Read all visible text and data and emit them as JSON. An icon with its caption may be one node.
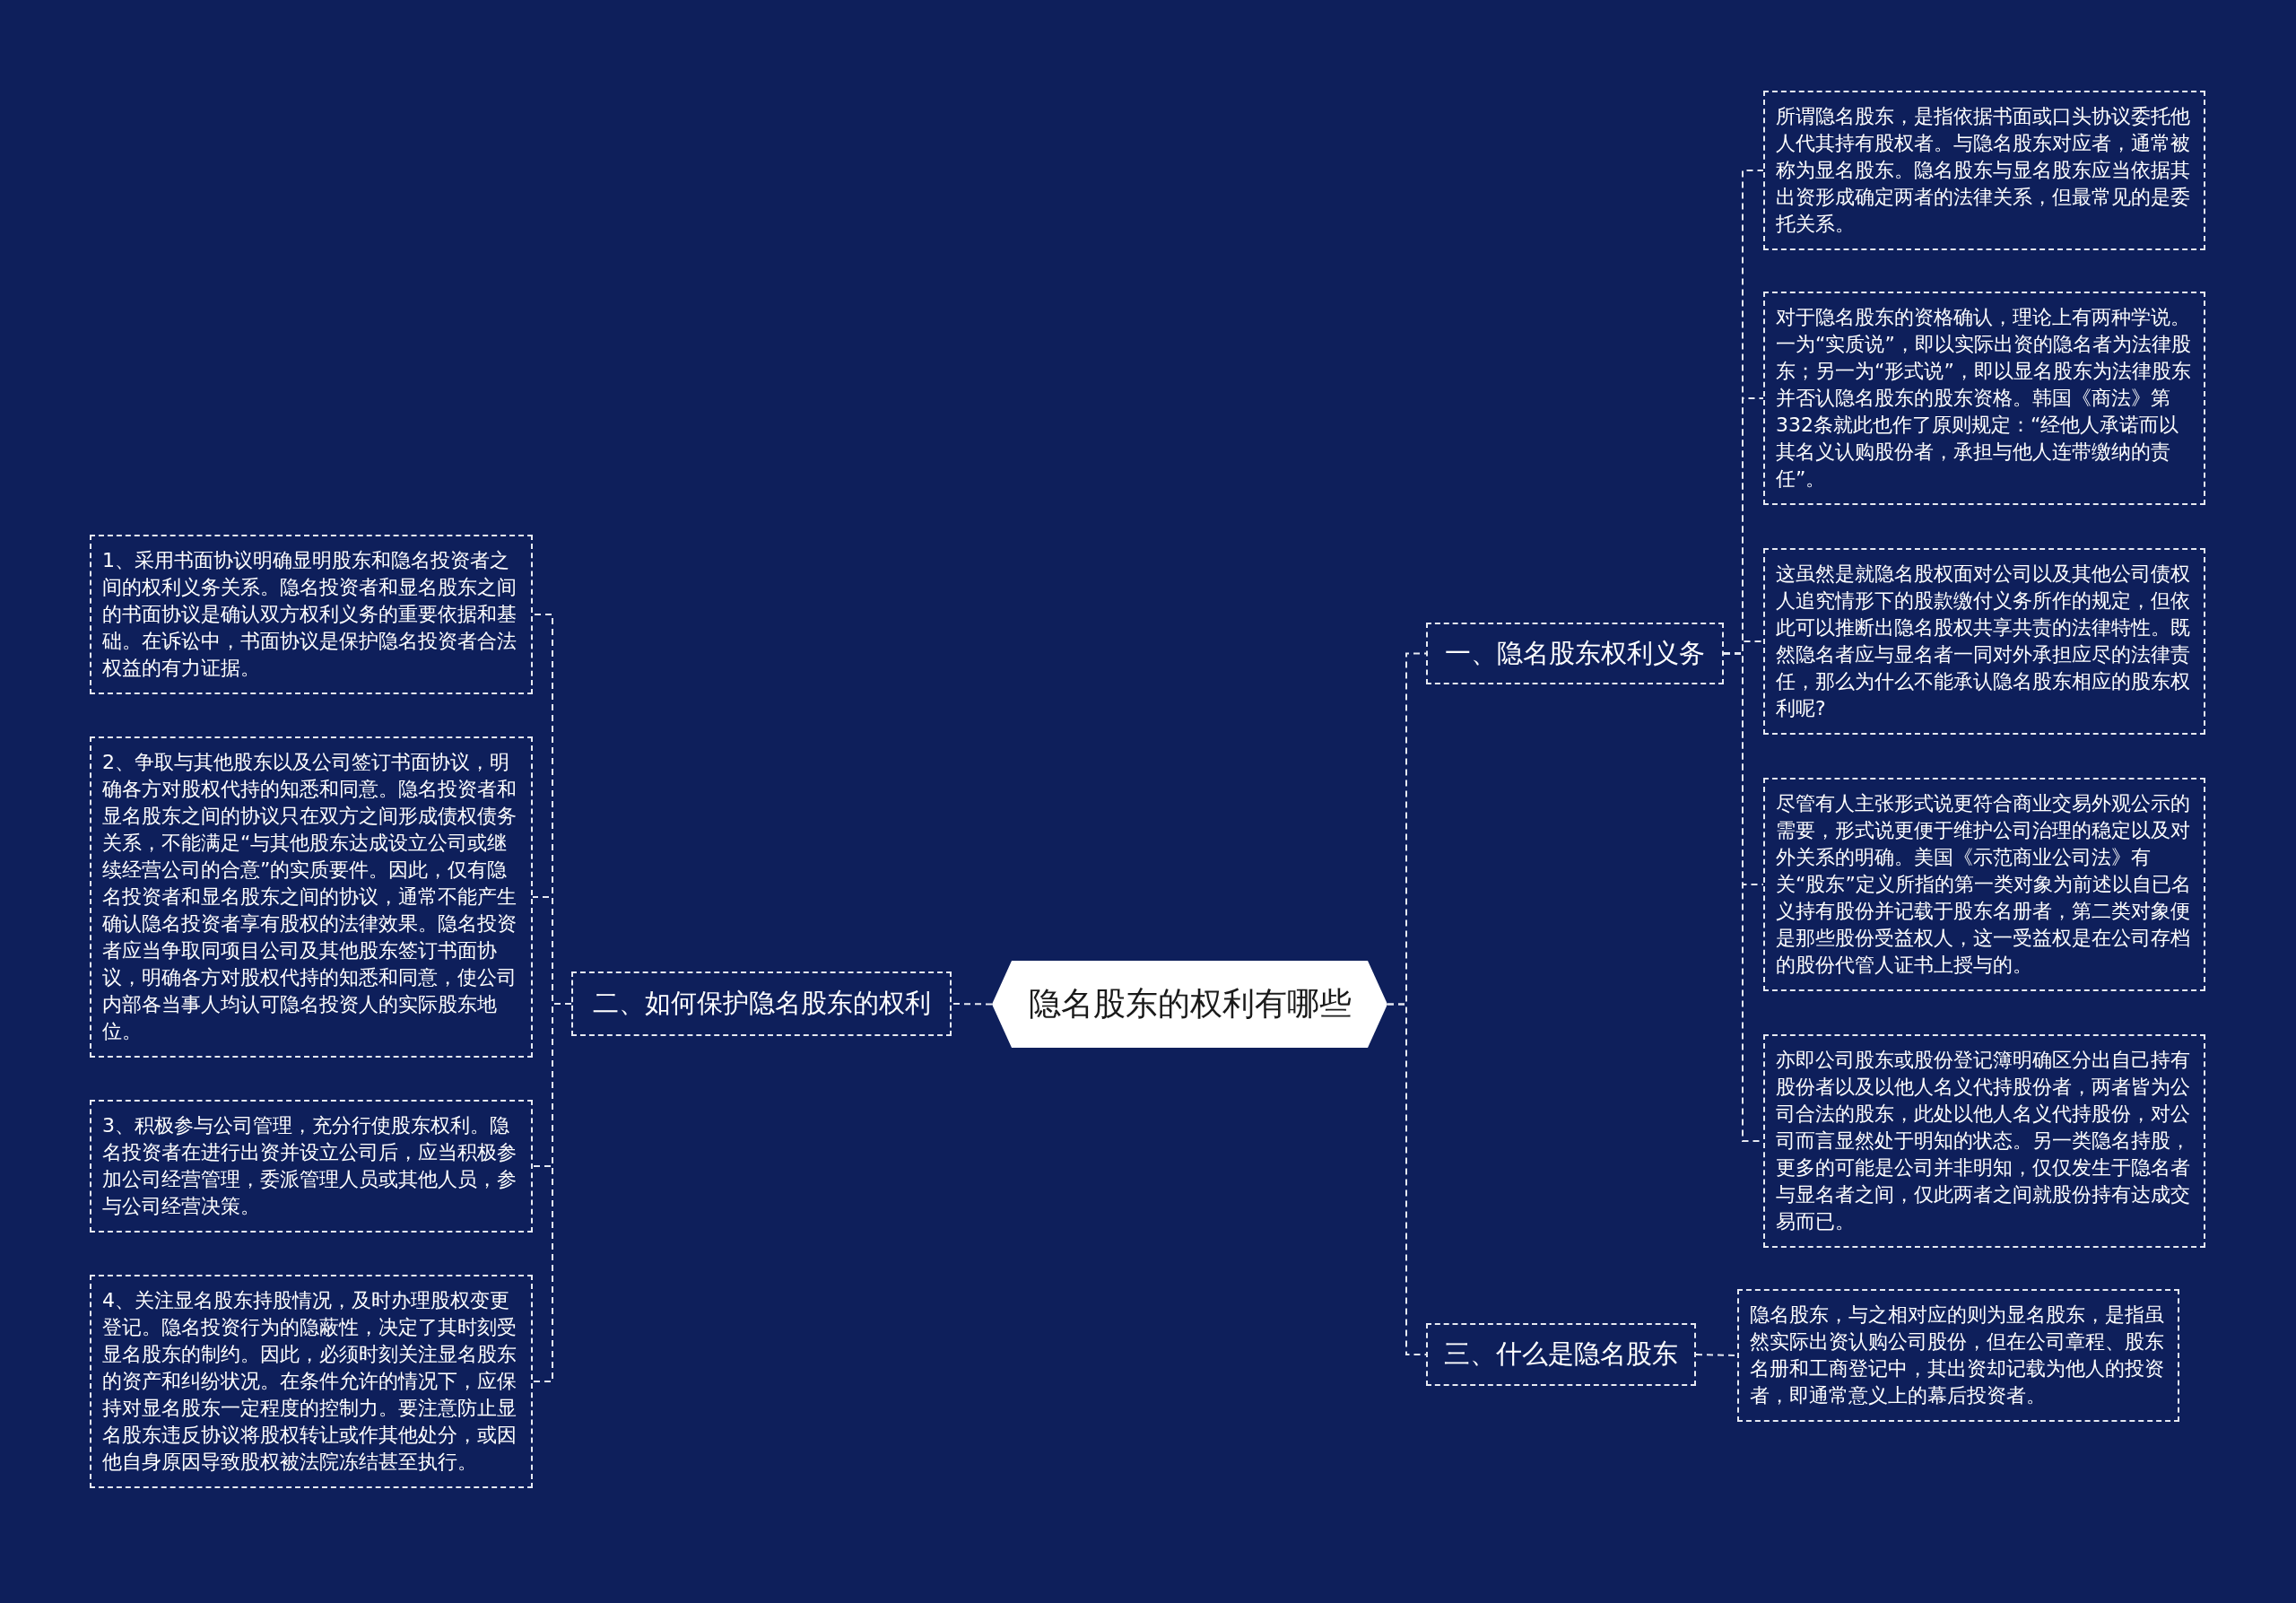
{
  "diagram": {
    "nodes": [
      {
        "text": [
          "隐名股东的权利有哪些"
        ]
      },
      {
        "text": [
          "一、隐名股东权利义务"
        ]
      },
      {
        "text": [
          "所谓隐名股东，是指依据书面或口头协议委托他人代其持有股权者。与隐名股东对应者，通常被称为显名股东。隐名股东与显名股东应当依据其出资形成确定两者的法律关系，但最常见的是委托关系。"
        ]
      },
      {
        "text": [
          "对于隐名股东的资格确认，理论上有两种学说。一为“实质说”，即以实际出资的隐名者为法律股东；另一为“形式说”，即以显名股东为法律股东并否认隐名股东的股东资格。韩国《商法》第332条就此也作了原则规定：“经他人承诺而以其名义认购股份者，承担与他人连带缴纳的责任”。"
        ]
      },
      {
        "text": [
          "这虽然是就隐名股权面对公司以及其他公司债权人追究情形下的股款缴付义务所作的规定，但依此可以推断出隐名股权共享共责的法律特性。既然隐名者应与显名者一同对外承担应尽的法律责任，那么为什么不能承认隐名股东相应的股东权利呢?"
        ]
      },
      {
        "text": [
          "尽管有人主张形式说更符合商业交易外观公示的需要，形式说更便于维护公司治理的稳定以及对外关系的明确。美国《示范商业公司法》有关“股东”定义所指的第一类对象为前述以自已名义持有股份并记载于股东名册者，第二类对象便是那些股份受益权人，这一受益权是在公司存档的股份代管人证书上授与的。"
        ]
      },
      {
        "text": [
          "亦即公司股东或股份登记簿明确区分出自己持有股份者以及以他人名义代持股份者，两者皆为公司合法的股东，此处以他人名义代持股份，对公司而言显然处于明知的状态。另一类隐名持股，更多的可能是公司并非明知，仅仅发生于隐名者与显名者之间，仅此两者之间就股份持有达成交易而已。"
        ]
      },
      {
        "text": [
          "三、什么是隐名股东"
        ]
      },
      {
        "text": [
          "隐名股东，与之相对应的则为显名股东，是指虽然实际出资认购公司股份，但在公司章程、股东名册和工商登记中，其出资却记载为他人的投资者，即通常意义上的幕后投资者。"
        ]
      },
      {
        "text": [
          "二、如何保护隐名股东的权利"
        ]
      },
      {
        "text": [
          "1、采用书面协议明确显明股东和隐名投资者之间的权利义务关系。隐名投资者和显名股东之间的书面协议是确认双方权利义务的重要依据和基础。在诉讼中，书面协议是保护隐名投资者合法权益的有力证据。"
        ]
      },
      {
        "text": [
          "2、争取与其他股东以及公司签订书面协议，明确各方对股权代持的知悉和同意。隐名投资者和显名股东之间的协议只在双方之间形成债权债务关系，不能满足“与其他股东达成设立公司或继续经营公司的合意”的实质要件。因此，仅有隐名投资者和显名股东之间的协议，通常不能产生确认隐名投资者享有股权的法律效果。隐名投资者应当争取同项目公司及其他股东签订书面协议，明确各方对股权代持的知悉和同意，使公司内部各当事人均认可隐名投资人的实际股东地位。"
        ]
      },
      {
        "text": [
          "3、积极参与公司管理，充分行使股东权利。隐名投资者在进行出资并设立公司后，应当积极参加公司经营管理，委派管理人员或其他人员，参与公司经营决策。"
        ]
      },
      {
        "text": [
          "4、关注显名股东持股情况，及时办理股权变更登记。隐名投资行为的隐蔽性，决定了其时刻受显名股东的制约。因此，必须时刻关注显名股东的资产和纠纷状况。在条件允许的情况下，应保持对显名股东一定程度的控制力。要注意防止显名股东违反协议将股权转让或作其他处分，或因他自身原因导致股权被法院冻结甚至执行。"
        ]
      }
    ],
    "edges": [
      {
        "from": 0,
        "to": 1,
        "arrow": "none"
      },
      {
        "from": 1,
        "to": 2,
        "arrow": "none"
      },
      {
        "from": 1,
        "to": 3,
        "arrow": "none"
      },
      {
        "from": 1,
        "to": 4,
        "arrow": "none"
      },
      {
        "from": 1,
        "to": 5,
        "arrow": "none"
      },
      {
        "from": 1,
        "to": 6,
        "arrow": "none"
      },
      {
        "from": 0,
        "to": 7,
        "arrow": "none"
      },
      {
        "from": 7,
        "to": 8,
        "arrow": "none"
      },
      {
        "from": 0,
        "to": 9,
        "arrow": "none"
      },
      {
        "from": 9,
        "to": 10,
        "arrow": "none"
      },
      {
        "from": 9,
        "to": 11,
        "arrow": "none"
      },
      {
        "from": 9,
        "to": 12,
        "arrow": "none"
      },
      {
        "from": 9,
        "to": 13,
        "arrow": "none"
      }
    ]
  }
}
